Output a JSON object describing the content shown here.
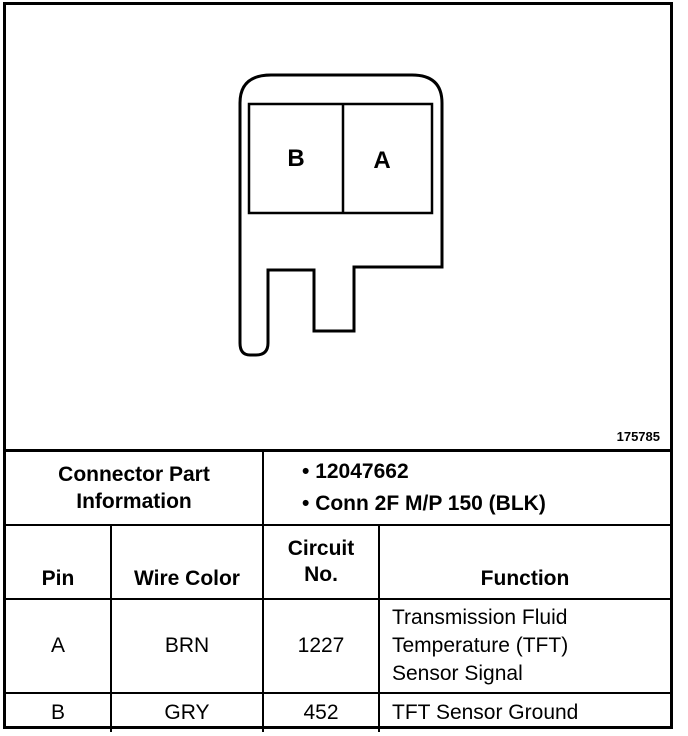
{
  "figure": {
    "id": "175785"
  },
  "connector": {
    "cavities": [
      "B",
      "A"
    ],
    "part_info_label_line1": "Connector Part",
    "part_info_label_line2": "Information",
    "part_info": [
      "12047662",
      "Conn 2F M/P 150 (BLK)"
    ]
  },
  "table": {
    "headers": {
      "pin": "Pin",
      "wire_color": "Wire Color",
      "circuit_line1": "Circuit",
      "circuit_line2": "No.",
      "function": "Function"
    },
    "rows": [
      {
        "pin": "A",
        "wire_color": "BRN",
        "circuit": "1227",
        "function_lines": [
          "Transmission Fluid",
          "Temperature (TFT)",
          "Sensor Signal"
        ]
      },
      {
        "pin": "B",
        "wire_color": "GRY",
        "circuit": "452",
        "function_lines": [
          "TFT Sensor Ground"
        ]
      }
    ]
  }
}
